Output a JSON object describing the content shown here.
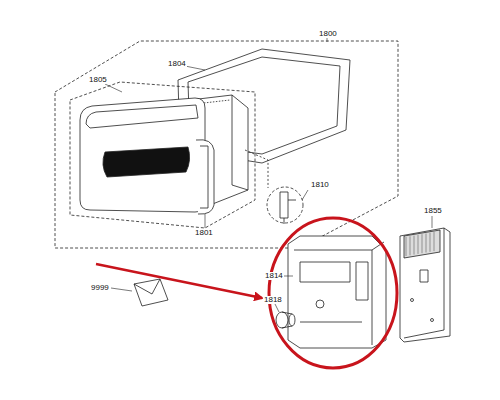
{
  "diagram": {
    "labels": [
      "1800",
      "1804",
      "1805",
      "1810",
      "1801",
      "1855",
      "1814",
      "1818",
      "9999"
    ]
  }
}
